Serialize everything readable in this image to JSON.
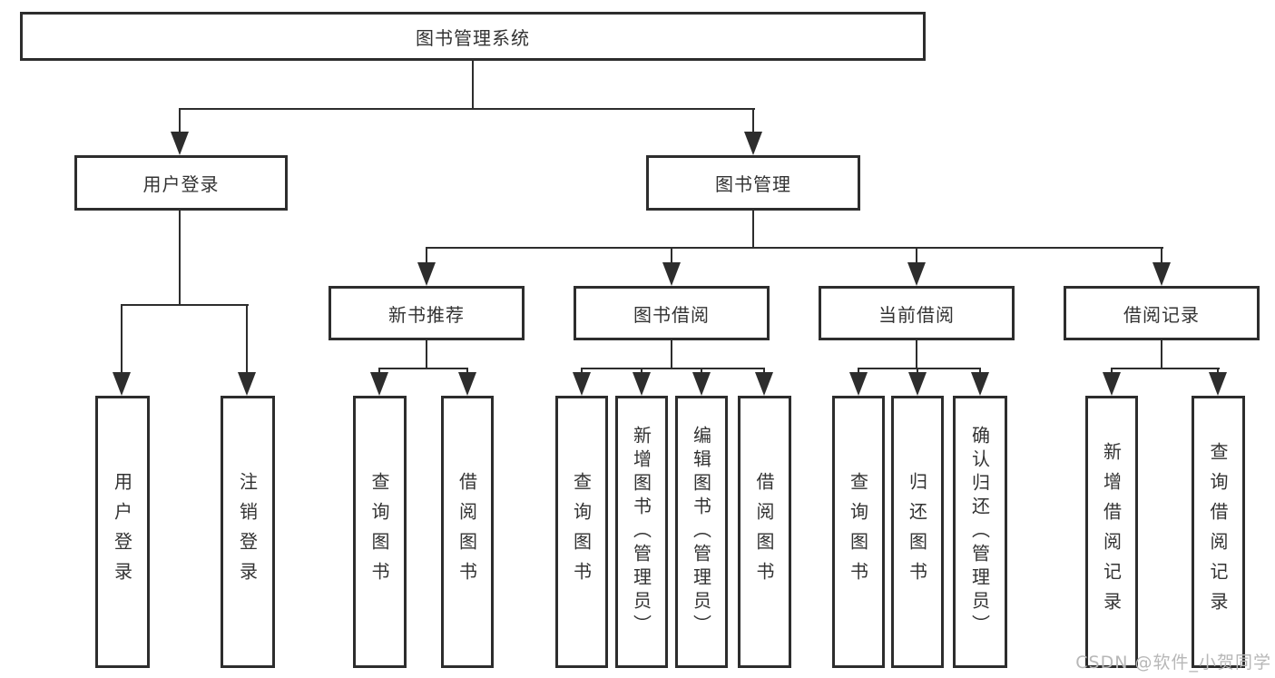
{
  "diagram": {
    "type": "hierarchy-tree",
    "nodes": {
      "root": "图书管理系统",
      "user_login": "用户登录",
      "book_management": "图书管理",
      "new_book_recommend": "新书推荐",
      "book_borrow": "图书借阅",
      "current_borrow": "当前借阅",
      "borrow_record": "借阅记录",
      "ul_user_login": "用户登录",
      "ul_logout": "注销登录",
      "nb_query_books": "查询图书",
      "nb_borrow_books": "借阅图书",
      "bb_query_books": "查询图书",
      "bb_add_books": "新增图书（管理员）",
      "bb_edit_books": "编辑图书（管理员）",
      "bb_borrow_books": "借阅图书",
      "cb_query_books": "查询图书",
      "cb_return_books": "归还图书",
      "cb_confirm_return": "确认归还（管理员）",
      "br_add_record": "新增借阅记录",
      "br_query_record": "查询借阅记录"
    },
    "tree": {
      "label": "图书管理系统",
      "children": [
        {
          "label": "用户登录",
          "children": [
            {
              "label": "用户登录"
            },
            {
              "label": "注销登录"
            }
          ]
        },
        {
          "label": "图书管理",
          "children": [
            {
              "label": "新书推荐",
              "children": [
                {
                  "label": "查询图书"
                },
                {
                  "label": "借阅图书"
                }
              ]
            },
            {
              "label": "图书借阅",
              "children": [
                {
                  "label": "查询图书"
                },
                {
                  "label": "新增图书（管理员）"
                },
                {
                  "label": "编辑图书（管理员）"
                },
                {
                  "label": "借阅图书"
                }
              ]
            },
            {
              "label": "当前借阅",
              "children": [
                {
                  "label": "查询图书"
                },
                {
                  "label": "归还图书"
                },
                {
                  "label": "确认归还（管理员）"
                }
              ]
            },
            {
              "label": "借阅记录",
              "children": [
                {
                  "label": "新增借阅记录"
                },
                {
                  "label": "查询借阅记录"
                }
              ]
            }
          ]
        }
      ]
    },
    "watermark": "CSDN @软件_小贺同学",
    "colors": {
      "line": "#2d2d2d",
      "text": "#333333",
      "background": "#ffffff",
      "watermark": "#b7b7b7"
    }
  }
}
